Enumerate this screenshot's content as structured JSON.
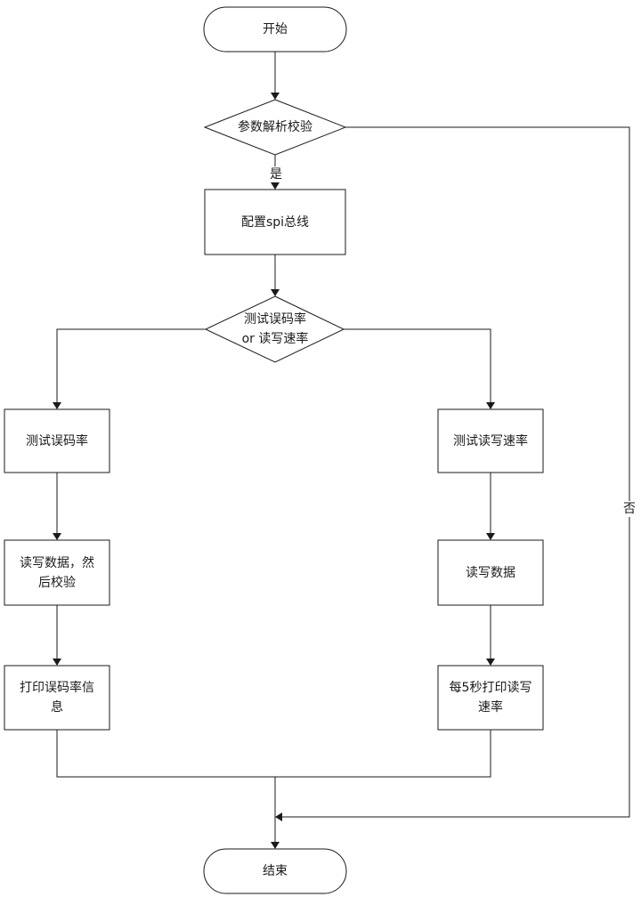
{
  "nodes": {
    "start": "开始",
    "validate": "参数解析校验",
    "config_spi": "配置spi总线",
    "choose": "测试误码率\nor 读写速率",
    "test_ber": "测试误码率",
    "rw_verify": "读写数据，然\n后校验",
    "print_ber": "打印误码率信\n息",
    "test_speed": "测试读写速率",
    "rw_data": "读写数据",
    "print_speed": "每5秒打印读写\n速率",
    "end": "结束"
  },
  "edge_labels": {
    "yes": "是",
    "no": "否"
  }
}
